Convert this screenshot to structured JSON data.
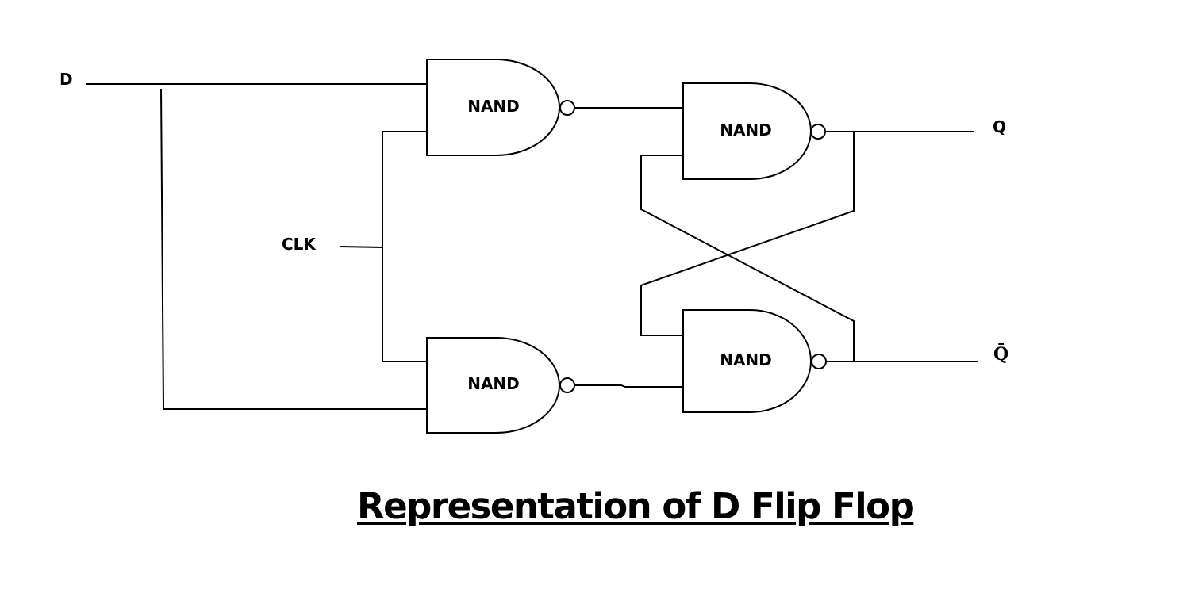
{
  "title": "Representation of D Flip Flop",
  "inputs": {
    "d": "D",
    "clk": "CLK"
  },
  "outputs": {
    "q": "Q",
    "q_bar": "Q̄"
  },
  "gates": [
    {
      "id": "gate-1",
      "type": "NAND",
      "label": "NAND",
      "role": "input gate (D, CLK)"
    },
    {
      "id": "gate-2",
      "type": "NAND",
      "label": "NAND",
      "role": "input gate (D, CLK)"
    },
    {
      "id": "gate-3",
      "type": "NAND",
      "label": "NAND",
      "role": "latch gate (output Q)"
    },
    {
      "id": "gate-4",
      "type": "NAND",
      "label": "NAND",
      "role": "latch gate (output Q̄)"
    }
  ],
  "colors": {
    "stroke": "#000000",
    "background": "#ffffff"
  }
}
